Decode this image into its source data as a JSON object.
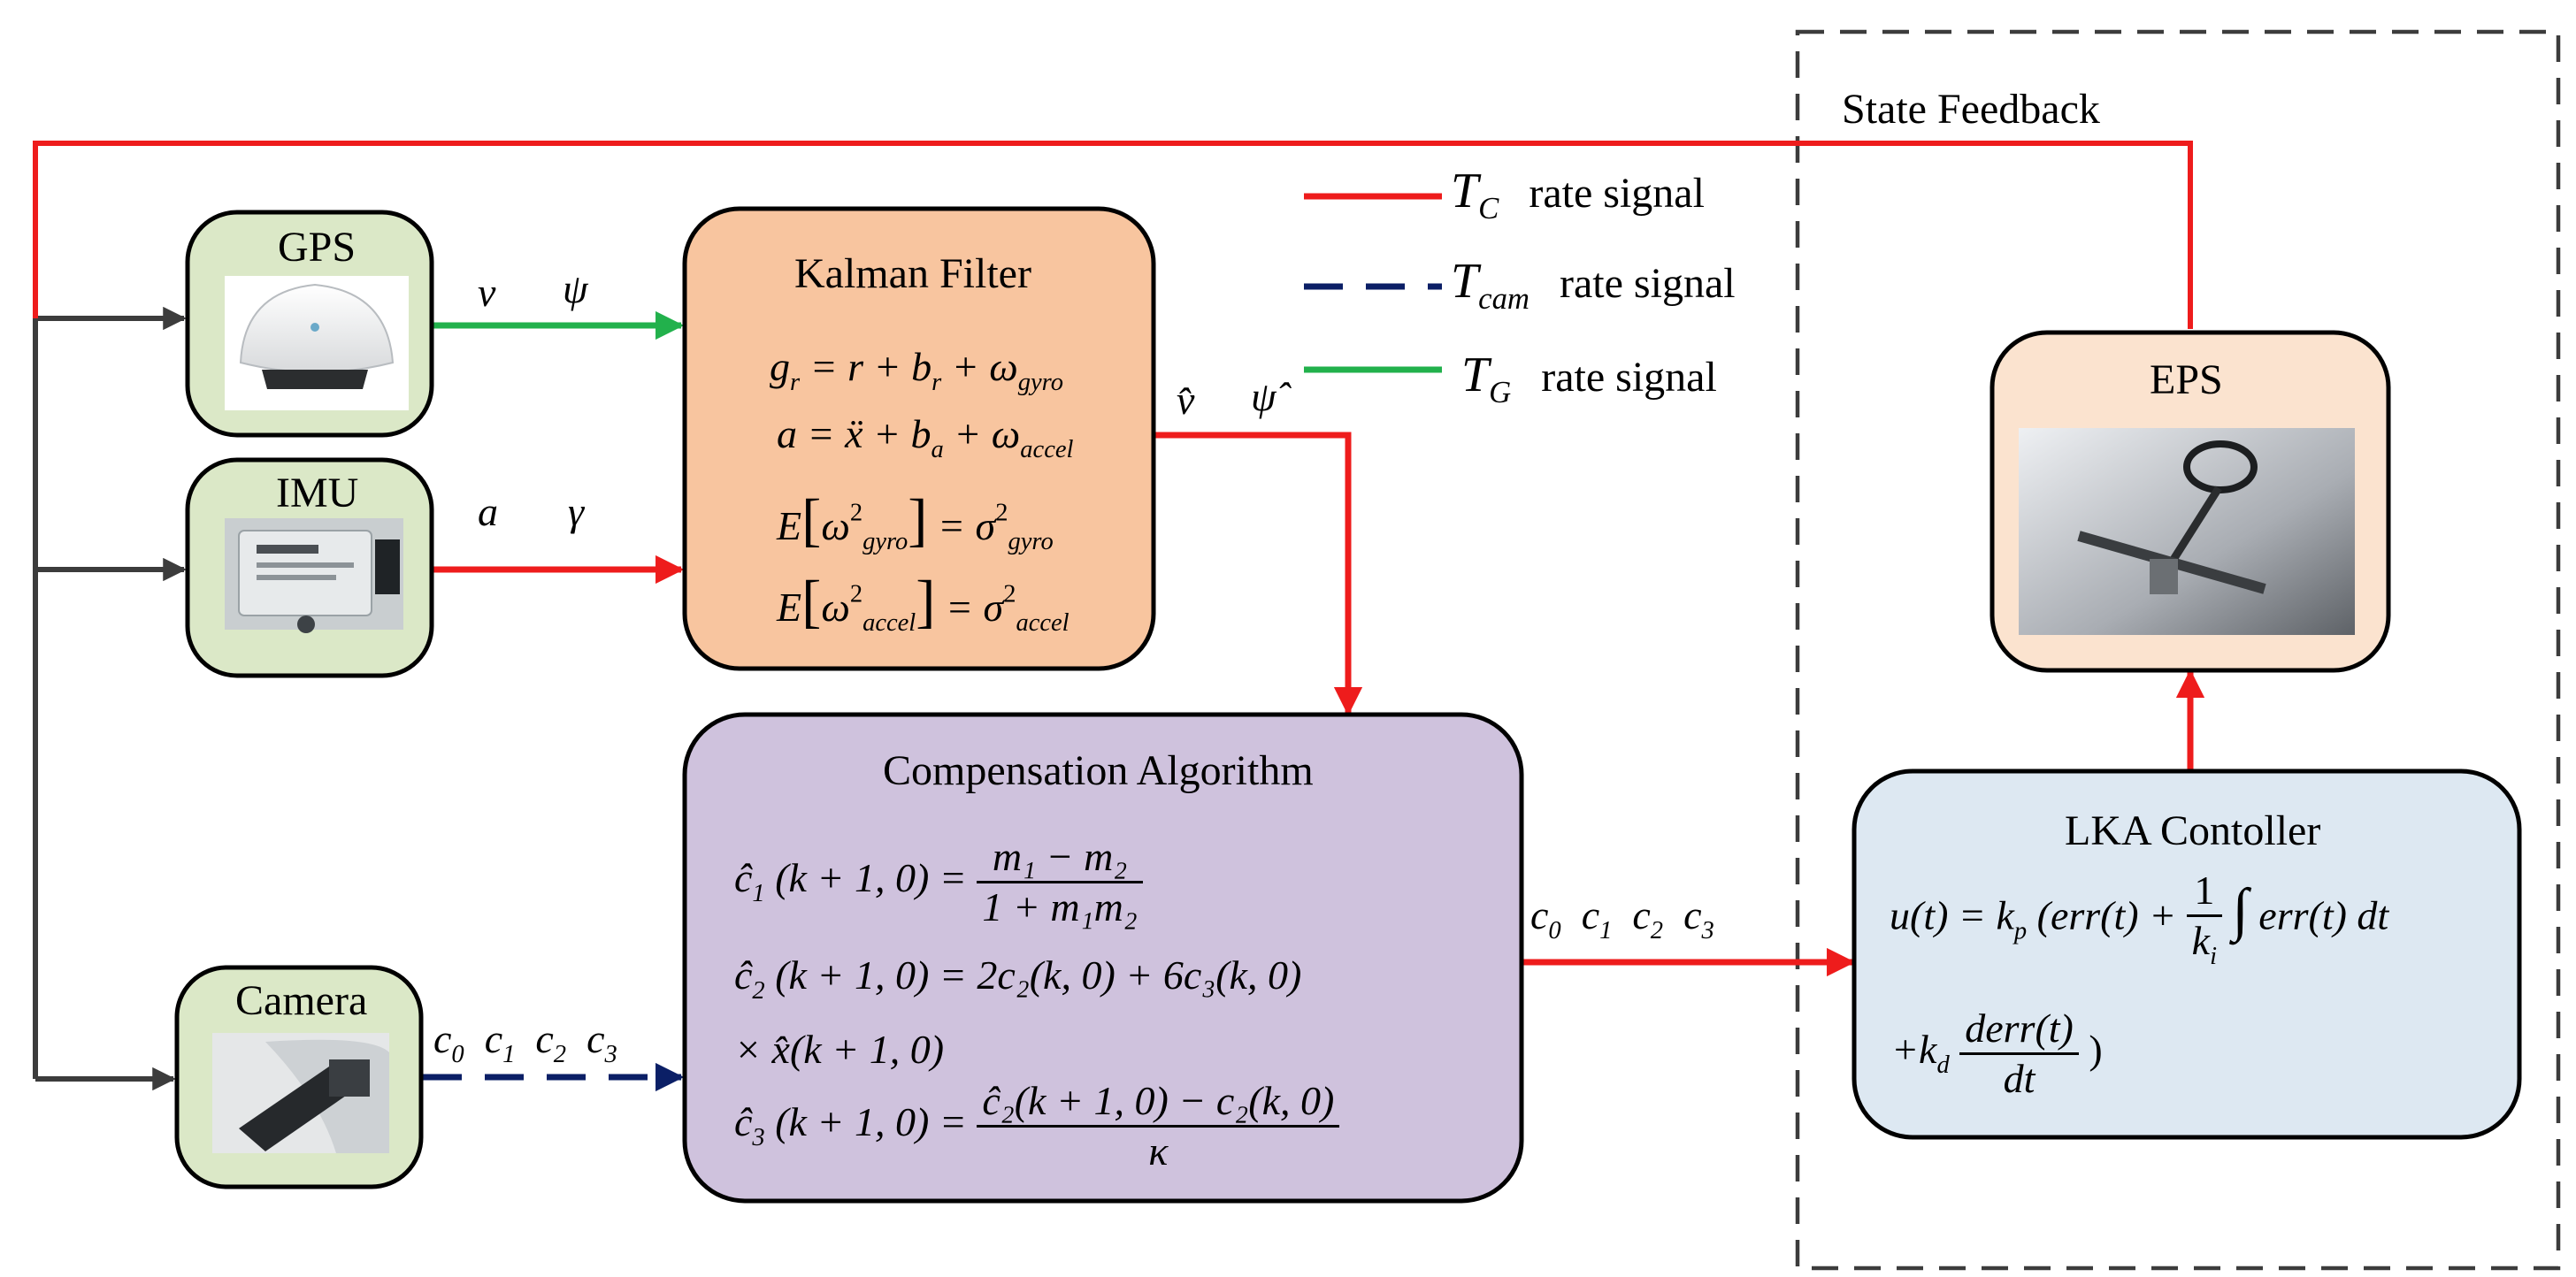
{
  "colors": {
    "red": "#ee1c1c",
    "green": "#22b14c",
    "navy": "#0b1f66",
    "gray": "#3c3c3c",
    "sensor_fill": "#dbe8c7",
    "kalman_fill": "#f8c59f",
    "comp_fill": "#cfc2dd",
    "eps_fill": "#fbe3cf",
    "lka_fill": "#dde8f2"
  },
  "icons": {
    "gps": "gps-receiver-icon",
    "imu": "imu-module-icon",
    "camera": "camera-module-icon",
    "eps": "steering-column-icon"
  },
  "labels": {
    "state_feedback": "State Feedback",
    "gps": "GPS",
    "imu": "IMU",
    "camera": "Camera",
    "kalman": "Kalman Filter",
    "compensation": "Compensation Algorithm",
    "eps": "EPS",
    "lka": "LKA Contoller"
  },
  "legend": [
    {
      "symbol": "T",
      "sub": "C",
      "text": "rate signal",
      "color_key": "red",
      "dashed": false
    },
    {
      "symbol": "T",
      "sub": "cam",
      "text": "rate signal",
      "color_key": "navy",
      "dashed": true
    },
    {
      "symbol": "T",
      "sub": "G",
      "text": "rate signal",
      "color_key": "green",
      "dashed": false
    }
  ],
  "signals": {
    "gps_v": "v",
    "gps_psi": "ψ",
    "imu_a": "a",
    "imu_gamma": "γ",
    "kalman_v": "v̂",
    "kalman_psi": "ψ̂",
    "c0": "c",
    "c1": "c",
    "c2": "c",
    "c3": "c",
    "idx0": "0",
    "idx1": "1",
    "idx2": "2",
    "idx3": "3"
  },
  "kalman_equations": {
    "eq1": {
      "lhs": "g",
      "lhs_sub": "r",
      "rhs": "= r + b",
      "b_sub": "r",
      "tail": "+ ω",
      "tail_sub": "gyro"
    },
    "eq2": {
      "lhs": "a",
      "rhs": "= ẍ + b",
      "b_sub": "a",
      "tail": "+ ω",
      "tail_sub": "accel"
    },
    "eq3": {
      "e": "E",
      "w": "ω",
      "w_sub": "gyro",
      "sq": "2",
      "eq": "= σ",
      "s_sub": "gyro"
    },
    "eq4": {
      "e": "E",
      "w": "ω",
      "w_sub": "accel",
      "sq": "2",
      "eq": "= σ",
      "s_sub": "accel"
    }
  },
  "compensation_equations": {
    "c1_lhs": "ĉ",
    "c1_sub": "1",
    "c1_arg": "(k + 1, 0) =",
    "c1_num": "m₁ − m₂",
    "c1_den": "1 + m₁m₂",
    "c2_lhs": "ĉ",
    "c2_sub": "2",
    "c2_rhs": "(k + 1, 0) = 2c₂(k, 0) + 6c₃(k, 0)",
    "c2_cont": "× x̂(k + 1, 0)",
    "c3_lhs": "ĉ",
    "c3_sub": "3",
    "c3_arg": "(k + 1, 0) =",
    "c3_num": "ĉ₂(k + 1, 0) − c₂(k, 0)",
    "c3_den": "κ"
  },
  "lka_equations": {
    "line1_lhs": "u(t) = k",
    "kp_sub": "p",
    "line1_mid": "(err(t) +",
    "frac_num": "1",
    "frac_den": "k",
    "ki_sub": "i",
    "integral": "∫",
    "line1_tail": "err(t) dt",
    "line2_lhs": "+k",
    "kd_sub": "d",
    "line2_num": "derr(t)",
    "line2_den": "dt",
    "line2_close": ")"
  }
}
